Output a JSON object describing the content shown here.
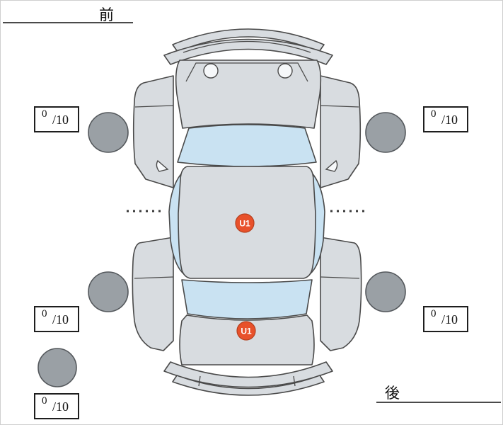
{
  "diagram": {
    "type": "vehicle-inspection-top-view",
    "labels": {
      "front": "前",
      "rear": "後"
    },
    "score_boxes": [
      {
        "id": "front-left",
        "numerator": "0",
        "denominator": "/10"
      },
      {
        "id": "front-right",
        "numerator": "0",
        "denominator": "/10"
      },
      {
        "id": "rear-left",
        "numerator": "0",
        "denominator": "/10"
      },
      {
        "id": "rear-right",
        "numerator": "0",
        "denominator": "/10"
      },
      {
        "id": "spare",
        "numerator": "0",
        "denominator": "/10"
      }
    ],
    "damage_markers": [
      {
        "id": "roof-marker",
        "label": "U1"
      },
      {
        "id": "trunk-marker",
        "label": "U1"
      }
    ]
  },
  "colors": {
    "body": "#d8dce0",
    "glass": "#c9e2f2",
    "tire": "#9aa0a5",
    "marker": "#e8512b",
    "outline": "#4a4a4a"
  }
}
